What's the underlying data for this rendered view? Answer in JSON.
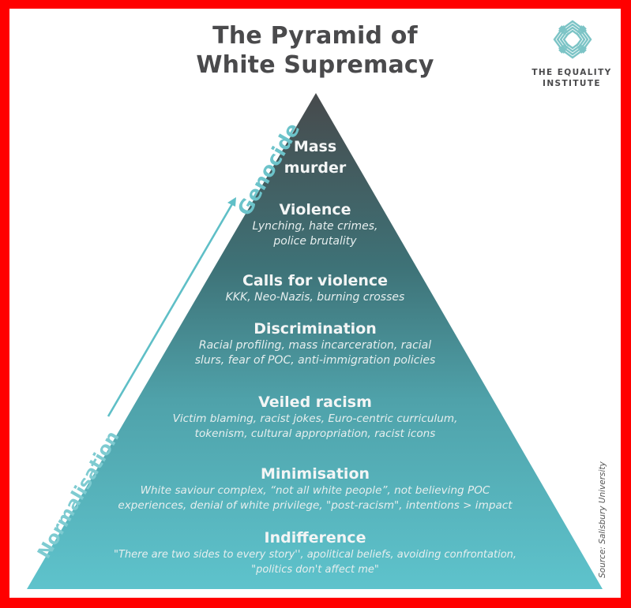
{
  "title": {
    "line1": "The Pyramid of",
    "line2": "White Supremacy"
  },
  "logo": {
    "icon": "equality-institute-logo-icon",
    "line1": "THE EQUALITY",
    "line2": "INSTITUTE",
    "color": "#7cc4c6"
  },
  "axis": {
    "top_label": "Genocide",
    "bottom_label": "Normalisation",
    "arrow_icon": "up-arrow-icon",
    "color": "#5fbfc7"
  },
  "pyramid": {
    "top_color": "#474a4c",
    "bottom_color": "#5ec3cc",
    "tiers": [
      {
        "title_lines": [
          "Mass",
          "murder"
        ],
        "desc_lines": []
      },
      {
        "title_lines": [
          "Violence"
        ],
        "desc_lines": [
          "Lynching, hate crimes,",
          "police brutality"
        ]
      },
      {
        "title_lines": [
          "Calls for violence"
        ],
        "desc_lines": [
          "KKK, Neo-Nazis, burning crosses"
        ]
      },
      {
        "title_lines": [
          "Discrimination"
        ],
        "desc_lines": [
          "Racial profiling, mass incarceration, racial",
          "slurs, fear of POC, anti-immigration policies"
        ]
      },
      {
        "title_lines": [
          "Veiled racism"
        ],
        "desc_lines": [
          "Victim blaming, racist jokes, Euro-centric curriculum,",
          "tokenism, cultural appropriation, racist icons"
        ]
      },
      {
        "title_lines": [
          "Minimisation"
        ],
        "desc_lines": [
          "White saviour complex, “not all white people”, not believing POC",
          "experiences, denial of white privilege, \"post-racism\", intentions > impact"
        ]
      },
      {
        "title_lines": [
          "Indifference"
        ],
        "desc_lines": [
          "\"There are two sides to every story'', apolitical beliefs, avoiding confrontation,",
          "\"politics don't affect me\""
        ]
      }
    ]
  },
  "source": "Source: Salisbury University"
}
